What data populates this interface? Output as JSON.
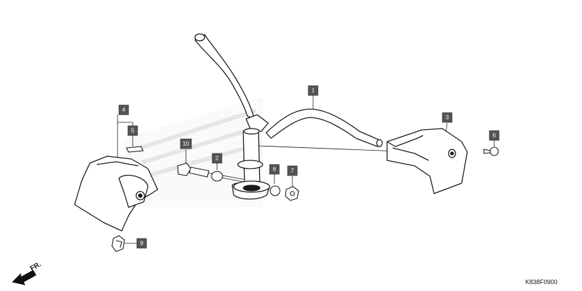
{
  "diagram": {
    "figure_code": "K838F0900",
    "direction_label": "FR.",
    "callouts": [
      {
        "id": "1",
        "label": "1"
      },
      {
        "id": "2",
        "label": "2"
      },
      {
        "id": "3",
        "label": "3"
      },
      {
        "id": "4",
        "label": "4"
      },
      {
        "id": "5",
        "label": "5"
      },
      {
        "id": "6",
        "label": "6"
      },
      {
        "id": "7",
        "label": "7"
      },
      {
        "id": "8",
        "label": "8"
      },
      {
        "id": "9",
        "label": "9"
      },
      {
        "id": "10",
        "label": "10"
      }
    ],
    "colors": {
      "line": "#1a1a1a",
      "callout_fill": "#555555",
      "watermark": "#d9d9d9"
    }
  }
}
